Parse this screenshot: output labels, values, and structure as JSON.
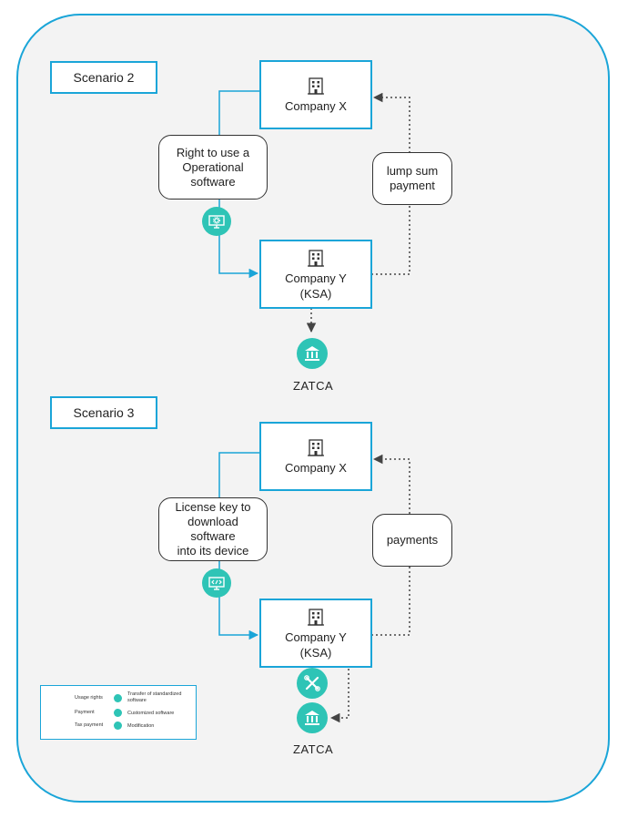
{
  "scenario2": {
    "title": "Scenario 2",
    "company_x": "Company X",
    "company_y_line1": "Company Y",
    "company_y_line2": "(KSA)",
    "right_bubble": [
      "Right to use a",
      "Operational",
      "software"
    ],
    "payment_bubble": [
      "lump sum",
      "payment"
    ],
    "zatca": "ZATCA",
    "transfer_icon": "monitor-gear-icon",
    "tax_icon": "bank-icon"
  },
  "scenario3": {
    "title": "Scenario 3",
    "company_x": "Company X",
    "company_y_line1": "Company Y",
    "company_y_line2": "(KSA)",
    "license_bubble": [
      "License key to",
      "download software",
      "into its device"
    ],
    "payment_bubble": "payments",
    "zatca": "ZATCA",
    "customized_icon": "monitor-code-icon",
    "modification_icon": "tools-icon",
    "tax_icon": "bank-icon"
  },
  "legend": {
    "usage_rights": "Usage rights",
    "payment": "Payment",
    "tax_payment": "Tax payment",
    "transfer": [
      "Transfer of standardized",
      "software"
    ],
    "customized": "Customized software",
    "modification": "Modification"
  },
  "colors": {
    "accent_blue": "#1aa5d8",
    "teal": "#2ec4b6",
    "frame_fill": "#f3f3f3",
    "dotted": "#444444"
  }
}
